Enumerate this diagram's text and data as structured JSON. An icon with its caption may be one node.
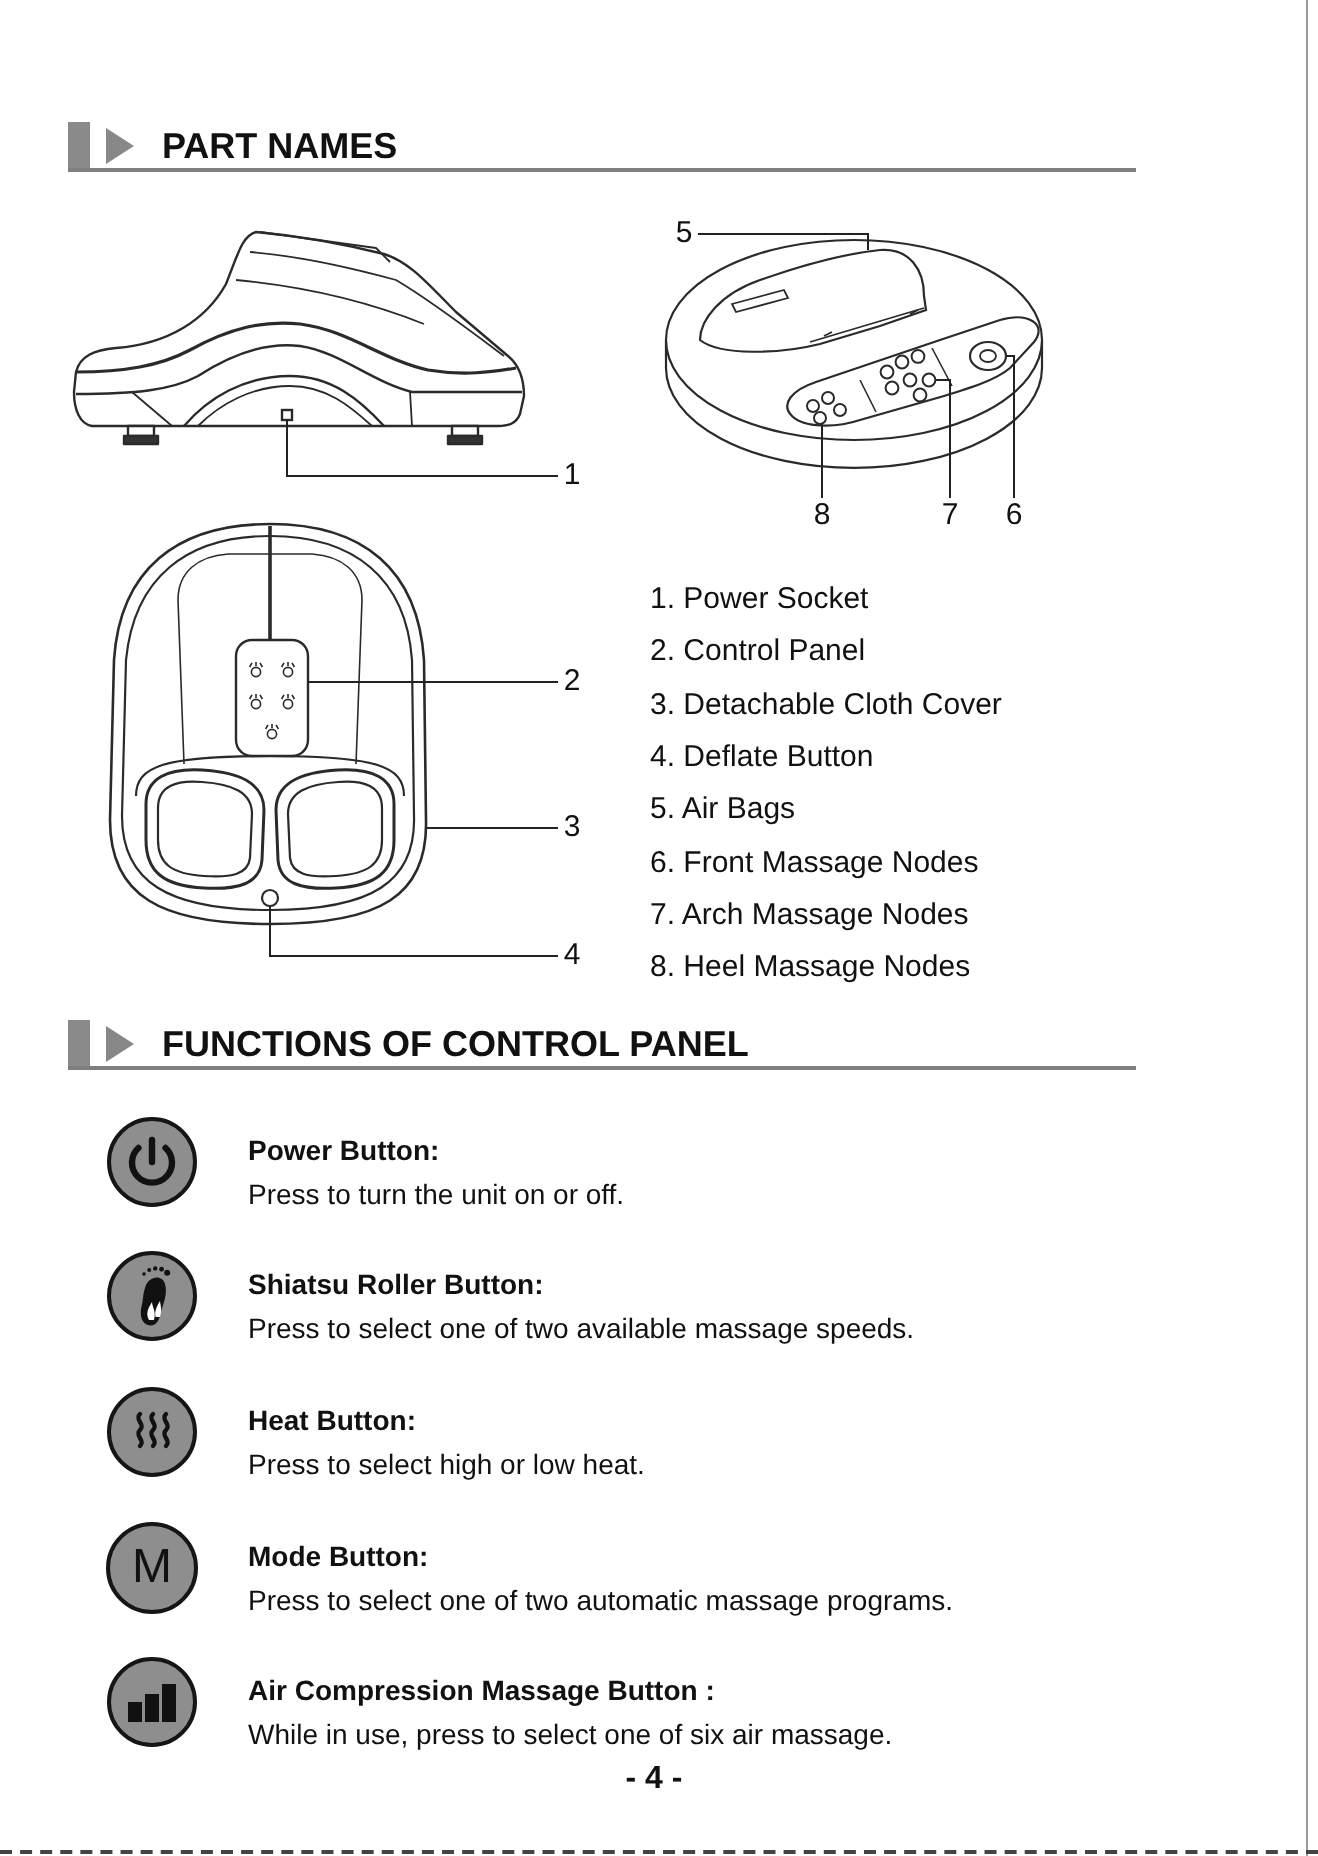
{
  "diagram": {
    "title": "PART NAMES",
    "nodes": [
      {
        "text": [
          "1"
        ]
      },
      {
        "text": [
          "2"
        ]
      },
      {
        "text": [
          "3"
        ]
      },
      {
        "text": [
          "4"
        ]
      },
      {
        "text": [
          "5"
        ]
      },
      {
        "text": [
          "6"
        ]
      },
      {
        "text": [
          "7"
        ]
      },
      {
        "text": [
          "8"
        ]
      },
      {
        "text": [],
        "shape": "box"
      },
      {
        "text": [],
        "shape": "picture"
      },
      {
        "text": [],
        "shape": "box",
        "in": 9
      },
      {
        "text": [],
        "shape": "circle",
        "in": 9
      },
      {
        "text": [],
        "shape": "picture"
      },
      {
        "text": [],
        "shape": "picture"
      },
      {
        "text": [],
        "shape": "picture"
      },
      {
        "text": [],
        "shape": "picture"
      }
    ],
    "edges": [
      {
        "from": 0,
        "to": 8,
        "arrow": "none"
      },
      {
        "from": 1,
        "to": 10,
        "arrow": "none"
      },
      {
        "from": 2,
        "to": 9,
        "arrow": "none"
      },
      {
        "from": 3,
        "to": 11,
        "arrow": "none"
      },
      {
        "from": 4,
        "to": 12,
        "arrow": "none"
      },
      {
        "from": 5,
        "to": 13,
        "arrow": "none"
      },
      {
        "from": 6,
        "to": 14,
        "arrow": "none"
      },
      {
        "from": 7,
        "to": 15,
        "arrow": "none"
      }
    ],
    "labels": [
      "1. Power Socket",
      "2. Control Panel",
      "3. Detachable Cloth Cover",
      "4. Deflate Button",
      "5. Air Bags",
      "6. Front Massage Nodes",
      "7. Arch Massage Nodes",
      "8. Heel Massage Nodes",
      "FUNCTIONS OF CONTROL PANEL",
      "Power Button:",
      "Press to turn the unit on or off.",
      "Shiatsu Roller Button:",
      "Press to select one of two available massage speeds.",
      "Heat Button:",
      "Press to select high or low heat.",
      "M",
      "Mode Button:",
      "Press to select one of two automatic massage programs.",
      "Air Compression Massage Button :",
      "While in use, press to select one of six air massage.",
      "- 4 -"
    ]
  }
}
